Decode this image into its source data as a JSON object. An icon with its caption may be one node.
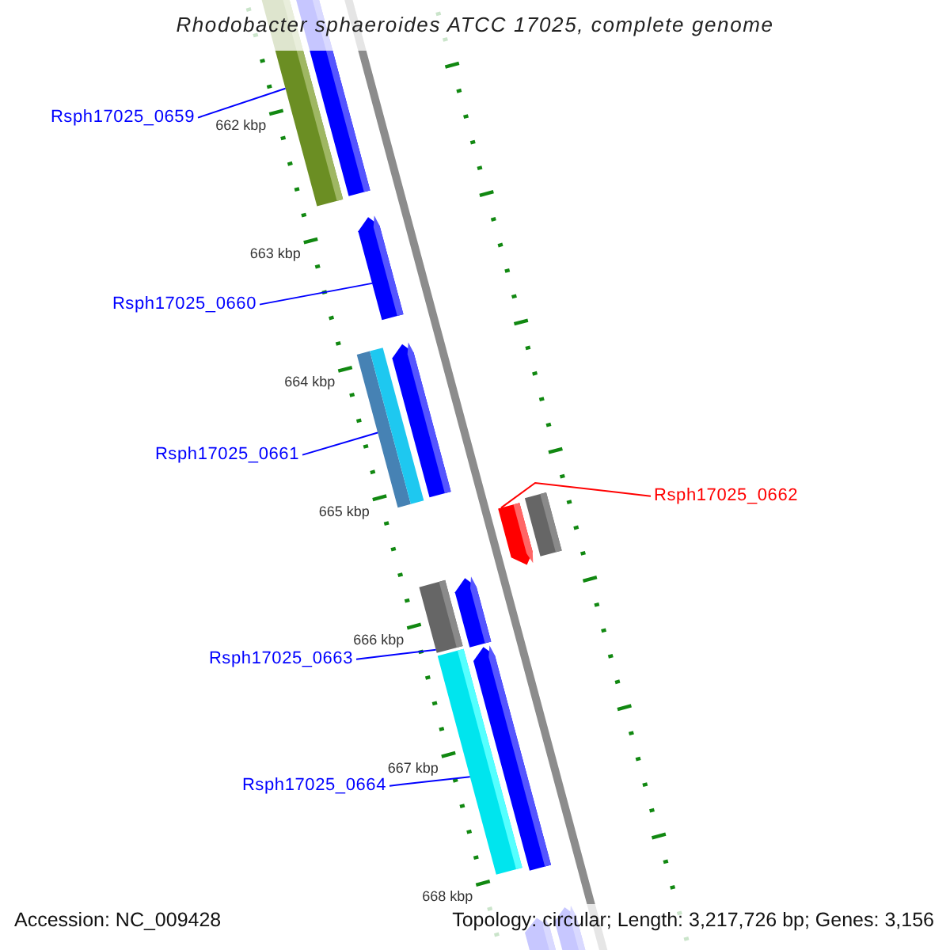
{
  "diagram": {
    "title": "Rhodobacter sphaeroides ATCC 17025, complete genome",
    "nodes": [
      {
        "text": [
          "Rsph17025_0659"
        ]
      },
      {
        "text": [],
        "shape": "bar"
      },
      {
        "text": [],
        "shape": "bar"
      },
      {
        "text": [
          "Rsph17025_0660"
        ]
      },
      {
        "text": [],
        "shape": "arrow"
      },
      {
        "text": [
          "Rsph17025_0661"
        ]
      },
      {
        "text": [],
        "shape": "bar"
      },
      {
        "text": [],
        "shape": "arrow"
      },
      {
        "text": [
          "Rsph17025_0662"
        ]
      },
      {
        "text": [],
        "shape": "arrow"
      },
      {
        "text": [],
        "shape": "bar"
      },
      {
        "text": [
          "Rsph17025_0663"
        ]
      },
      {
        "text": [],
        "shape": "bar"
      },
      {
        "text": [],
        "shape": "arrow"
      },
      {
        "text": [
          "Rsph17025_0664"
        ]
      },
      {
        "text": [],
        "shape": "bar"
      },
      {
        "text": [],
        "shape": "arrow"
      },
      {
        "text": [],
        "shape": "arrow"
      },
      {
        "text": [],
        "shape": "arrow"
      }
    ],
    "edges": [
      {
        "from": 0,
        "to": 1,
        "arrow": "none"
      },
      {
        "from": 3,
        "to": 4,
        "arrow": "none"
      },
      {
        "from": 5,
        "to": 6,
        "arrow": "none"
      },
      {
        "from": 8,
        "to": 9,
        "arrow": "none",
        "color": "#ff0000"
      },
      {
        "from": 11,
        "to": 12,
        "arrow": "none"
      },
      {
        "from": 14,
        "to": 15,
        "arrow": "none"
      }
    ],
    "labels": [
      "662 kbp",
      "663 kbp",
      "664 kbp",
      "665 kbp",
      "666 kbp",
      "667 kbp",
      "668 kbp",
      "Accession: NC_009428",
      "Topology: circular; Length: 3,217,726 bp; Genes: 3,156"
    ]
  }
}
